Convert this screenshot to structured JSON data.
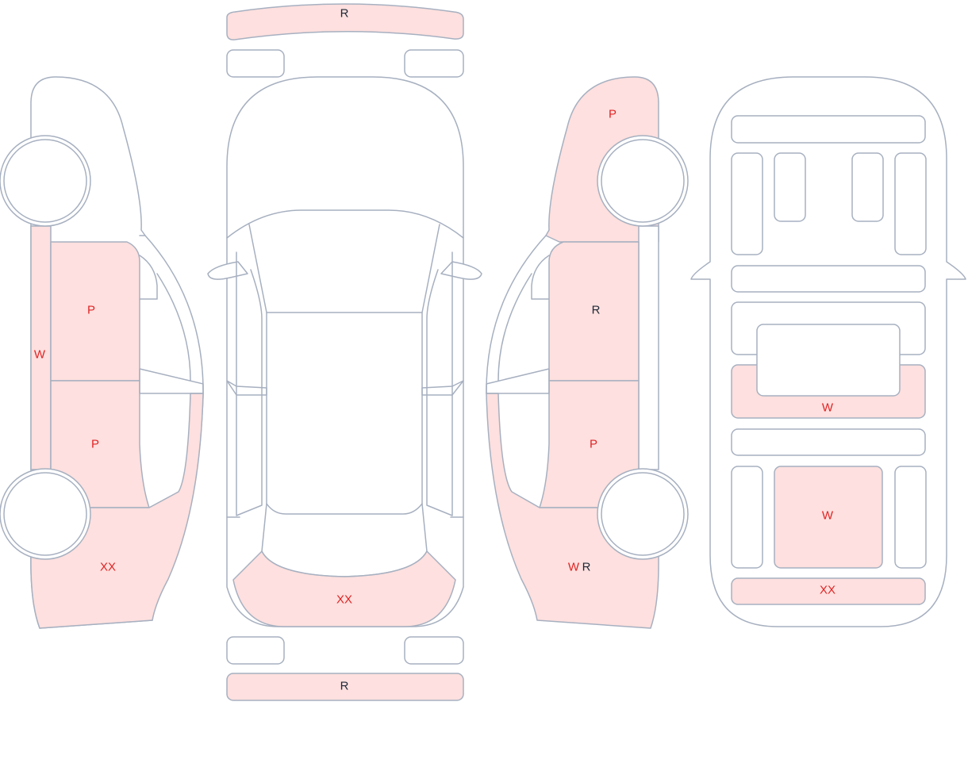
{
  "colors": {
    "outline": "#a7b0c0",
    "damaged_fill": "#fde0df",
    "code_red": "#e02424",
    "code_dark": "#1f2937"
  },
  "legend_codes": {
    "P": "red",
    "W": "red",
    "XX": "red",
    "R": "dark"
  },
  "marks": {
    "top_bumper": "R",
    "bottom_bumper": "R",
    "left_front_door": "P",
    "left_rear_door": "P",
    "left_rocker": "W",
    "left_quarter": "XX",
    "roof_view_trunk": "XX",
    "right_fender": "P",
    "right_front_door": "R",
    "right_rear_door": "P",
    "right_quarter_w": "W",
    "right_quarter_r": "R",
    "interior_middle": "W",
    "interior_rear_center": "W",
    "interior_trunk": "XX"
  }
}
